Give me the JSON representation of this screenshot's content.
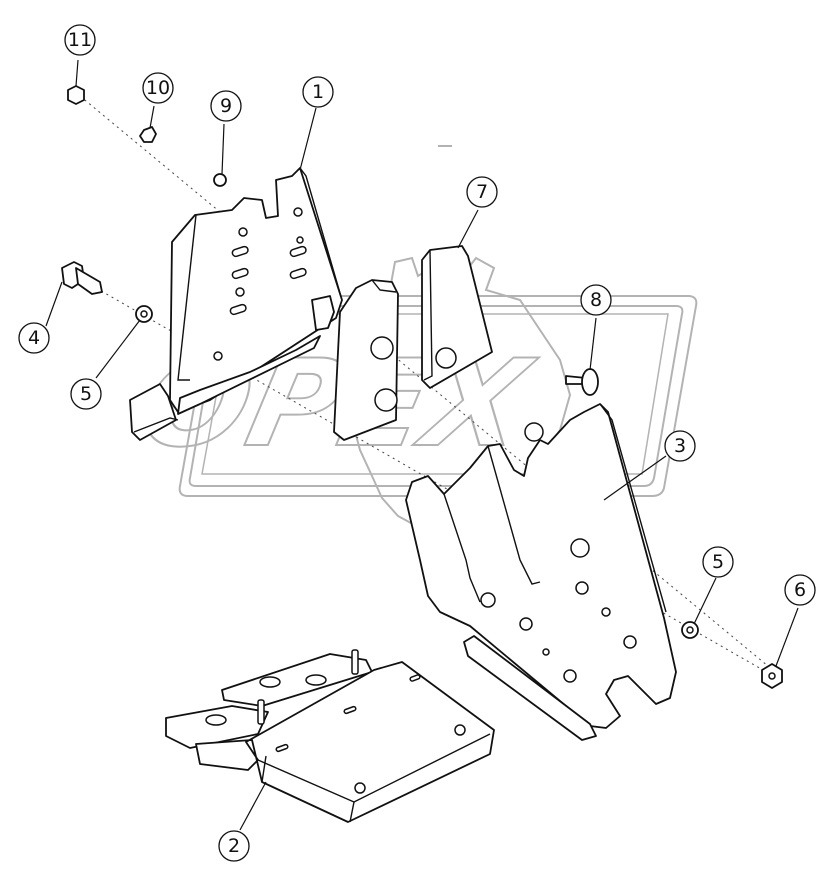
{
  "watermark": {
    "text": "OPEX"
  },
  "callouts": [
    {
      "id": "1",
      "label": "1"
    },
    {
      "id": "2",
      "label": "2"
    },
    {
      "id": "3",
      "label": "3"
    },
    {
      "id": "4",
      "label": "4"
    },
    {
      "id": "5a",
      "label": "5"
    },
    {
      "id": "5b",
      "label": "5"
    },
    {
      "id": "6",
      "label": "6"
    },
    {
      "id": "7",
      "label": "7"
    },
    {
      "id": "8",
      "label": "8"
    },
    {
      "id": "9",
      "label": "9"
    },
    {
      "id": "10",
      "label": "10"
    },
    {
      "id": "11",
      "label": "11"
    }
  ]
}
